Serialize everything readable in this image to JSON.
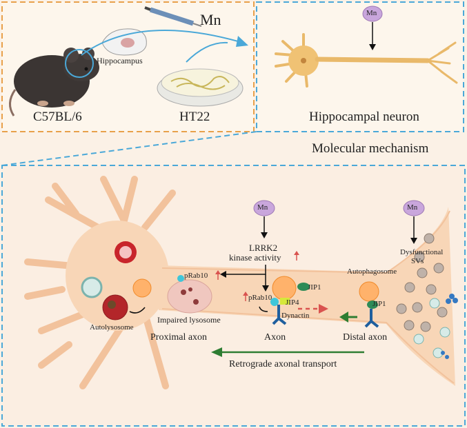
{
  "top_left": {
    "mouse_label": "C57BL/6",
    "cell_line_label": "HT22",
    "region_label": "Hippocampus",
    "treatment_label": "Mn"
  },
  "top_right": {
    "mn_badge": "Mn",
    "neuron_label": "Hippocampal neuron"
  },
  "section_title": "Molecular mechanism",
  "mechanism": {
    "mn_left": "Mn",
    "mn_right": "Mn",
    "lrrk2_line1": "LRRK2",
    "lrrk2_line2": "kinase activity",
    "dysfunctional_line1": "Dysfunctional",
    "dysfunctional_line2": "SVs",
    "autophagosome": "Autophagosome",
    "prab10_top": "pRab10",
    "prab10_mid": "pRab10",
    "jip1_top": "JIP1",
    "jip4": "JIP4",
    "dynactin": "Dynactin",
    "jip1_right": "JIP1",
    "impaired_lysosome": "Impaired lysosome",
    "autolysosome": "Autolysosome",
    "proximal_axon": "Proximal axon",
    "axon": "Axon",
    "distal_axon": "Distal axon",
    "retrograde": "Retrograde axonal transport"
  },
  "colors": {
    "orange_frame": "#e8a04a",
    "blue_frame": "#4aa8d8",
    "neuron": "#f6d5b3",
    "green_arrow": "#2e7d32",
    "red_arrow": "#d9534f",
    "mn_purple": "#c9a6dc"
  }
}
